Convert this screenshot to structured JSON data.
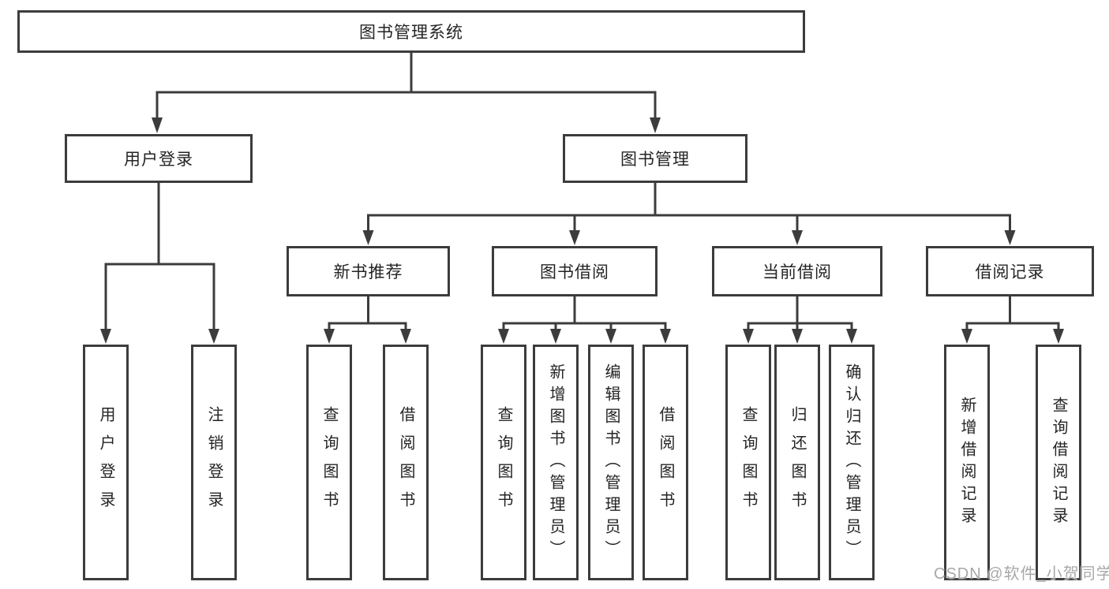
{
  "tree": {
    "label": "图书管理系统",
    "children": [
      {
        "label": "用户登录",
        "children": [
          {
            "label": "用户登录"
          },
          {
            "label": "注销登录"
          }
        ]
      },
      {
        "label": "图书管理",
        "children": [
          {
            "label": "新书推荐",
            "children": [
              {
                "label": "查询图书"
              },
              {
                "label": "借阅图书"
              }
            ]
          },
          {
            "label": "图书借阅",
            "children": [
              {
                "label": "查询图书"
              },
              {
                "label": "新增图书（管理员）"
              },
              {
                "label": "编辑图书（管理员）"
              },
              {
                "label": "借阅图书"
              }
            ]
          },
          {
            "label": "当前借阅",
            "children": [
              {
                "label": "查询图书"
              },
              {
                "label": "归还图书"
              },
              {
                "label": "确认归还（管理员）"
              }
            ]
          },
          {
            "label": "借阅记录",
            "children": [
              {
                "label": "新增借阅记录"
              },
              {
                "label": "查询借阅记录"
              }
            ]
          }
        ]
      }
    ]
  },
  "watermark": {
    "text": "CSDN @软件_小贺同学"
  },
  "colors": {
    "line": "#3c3c3c",
    "text": "#242424",
    "background": "#ffffff",
    "watermark": "#a8a8a8"
  }
}
